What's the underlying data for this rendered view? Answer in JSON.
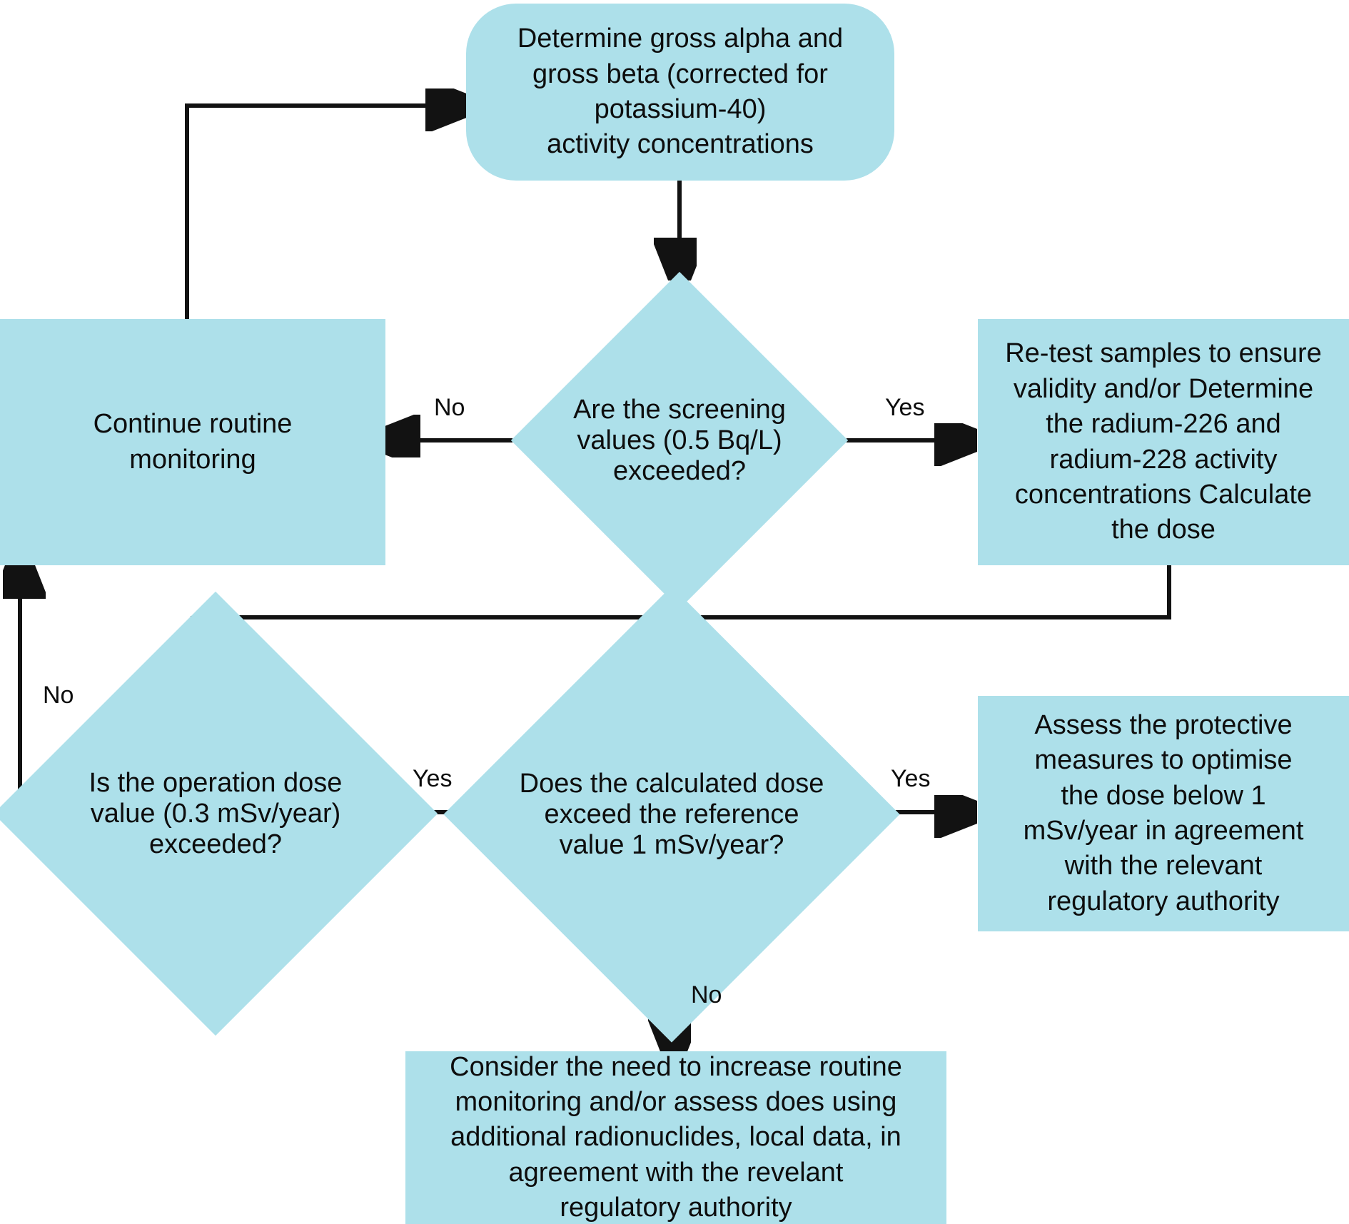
{
  "diagram": {
    "title": "Radioactivity screening and dose assessment flowchart",
    "accent_color": "#ade0ea",
    "line_color": "#121212",
    "text_color": "#0d0d0d",
    "nodes": {
      "determine_gross": {
        "shape": "rounded-rectangle",
        "text": "Determine gross alpha and\ngross beta (corrected for\npotassium-40)\nactivity concentrations"
      },
      "screening_decision": {
        "shape": "diamond",
        "text": "Are the screening\nvalues (0.5 Bq/L)\nexceeded?"
      },
      "continue_monitoring": {
        "shape": "rectangle",
        "text": "Continue routine\nmonitoring"
      },
      "retest_samples": {
        "shape": "rectangle",
        "text": "Re-test samples to ensure\nvalidity and/or Determine\nthe radium-226 and\nradium-228 activity\nconcentrations Calculate\nthe dose"
      },
      "operation_dose_decision": {
        "shape": "diamond",
        "text": "Is the operation\ndose value\n(0.3 mSv/year)\nexceeded?"
      },
      "calculated_dose_decision": {
        "shape": "diamond",
        "text": "Does the calculated\ndose exceed the\nreference value\n1 mSv/year?"
      },
      "assess_protective": {
        "shape": "rectangle",
        "text": "Assess the protective\nmeasures to optimise\nthe dose below 1\nmSv/year in agreement\nwith the relevant\nregulatory authority"
      },
      "consider_increase": {
        "shape": "rectangle",
        "text": "Consider the need to increase routine\nmonitoring and/or assess does using\nadditional radionuclides, local data, in\nagreement with the revelant\nregulatory authority"
      }
    },
    "edge_labels": {
      "screening_no": "No",
      "screening_yes": "Yes",
      "operation_no": "No",
      "operation_yes": "Yes",
      "calculated_yes": "Yes",
      "calculated_no": "No"
    }
  }
}
